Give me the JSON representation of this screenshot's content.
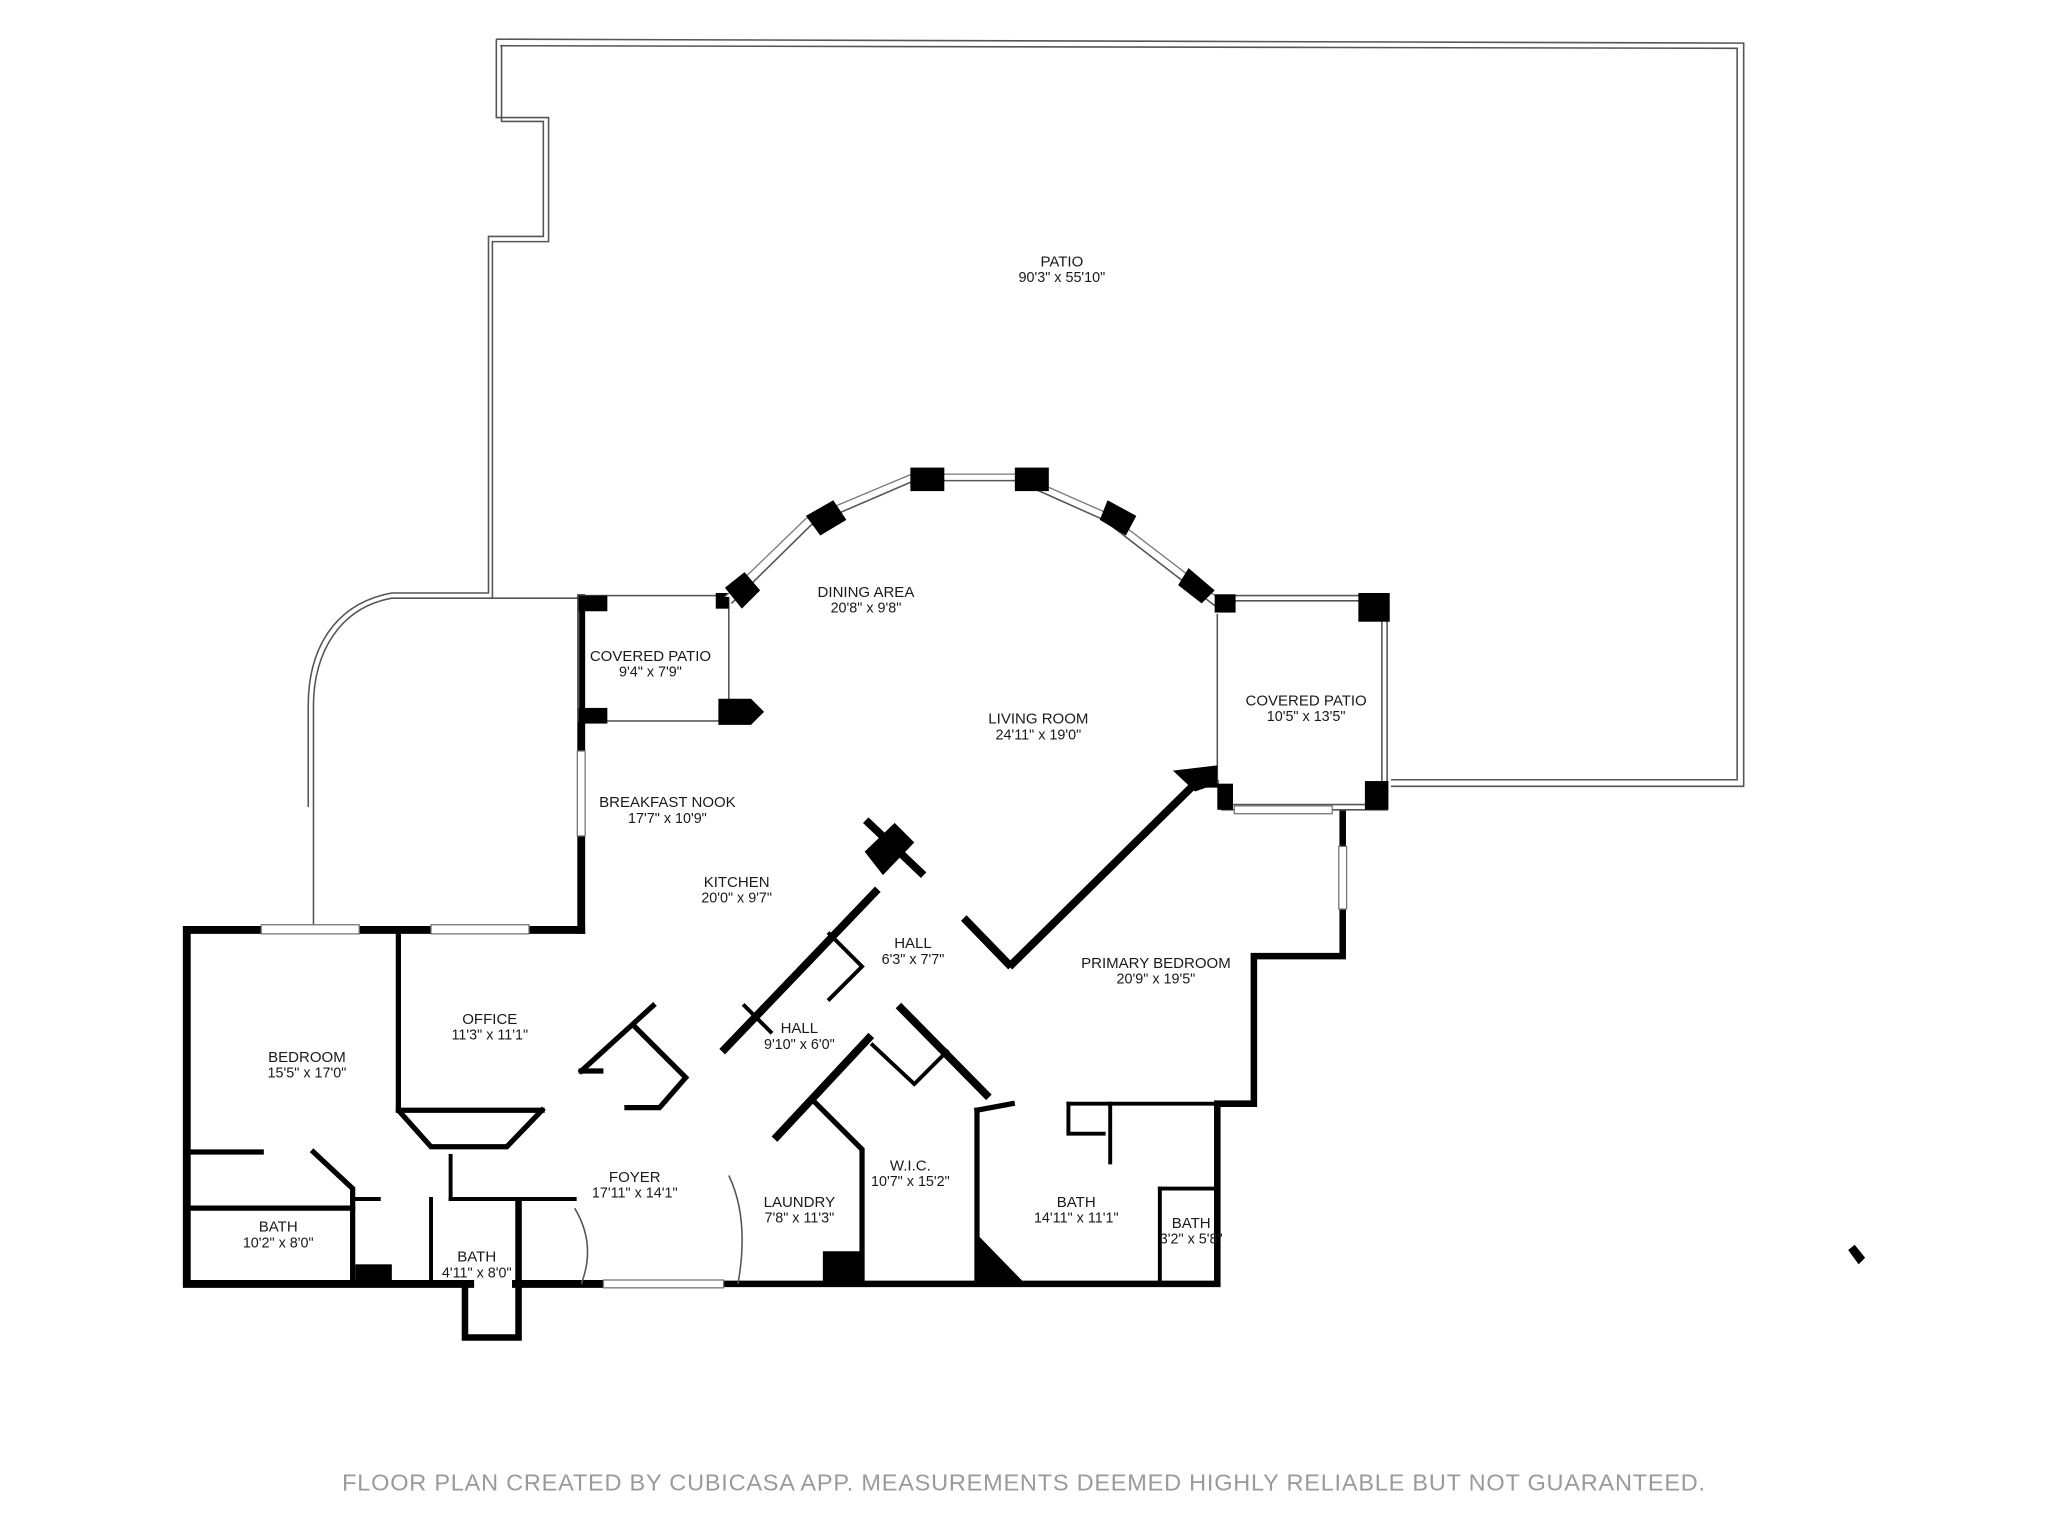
{
  "rooms": [
    {
      "name": "PATIO",
      "dims": "90'3\" x 55'10\""
    },
    {
      "name": "DINING AREA",
      "dims": "20'8\" x 9'8\""
    },
    {
      "name": "COVERED PATIO",
      "dims": "9'4\" x 7'9\""
    },
    {
      "name": "LIVING ROOM",
      "dims": "24'11\" x 19'0\""
    },
    {
      "name": "COVERED PATIO",
      "dims": "10'5\" x 13'5\""
    },
    {
      "name": "BREAKFAST NOOK",
      "dims": "17'7\" x 10'9\""
    },
    {
      "name": "KITCHEN",
      "dims": "20'0\" x 9'7\""
    },
    {
      "name": "HALL",
      "dims": "6'3\" x 7'7\""
    },
    {
      "name": "PRIMARY BEDROOM",
      "dims": "20'9\" x 19'5\""
    },
    {
      "name": "OFFICE",
      "dims": "11'3\" x 11'1\""
    },
    {
      "name": "BEDROOM",
      "dims": "15'5\" x 17'0\""
    },
    {
      "name": "HALL",
      "dims": "9'10\" x 6'0\""
    },
    {
      "name": "FOYER",
      "dims": "17'11\" x 14'1\""
    },
    {
      "name": "W.I.C.",
      "dims": "10'7\" x 15'2\""
    },
    {
      "name": "LAUNDRY",
      "dims": "7'8\" x 11'3\""
    },
    {
      "name": "BATH",
      "dims": "14'11\" x 11'1\""
    },
    {
      "name": "BATH",
      "dims": "3'2\" x 5'8\""
    },
    {
      "name": "BATH",
      "dims": "10'2\" x 8'0\""
    },
    {
      "name": "BATH",
      "dims": "4'11\" x 8'0\""
    }
  ],
  "footer": "FLOOR PLAN CREATED BY CUBICASA APP. MEASUREMENTS DEEMED HIGHLY RELIABLE BUT NOT GUARANTEED."
}
